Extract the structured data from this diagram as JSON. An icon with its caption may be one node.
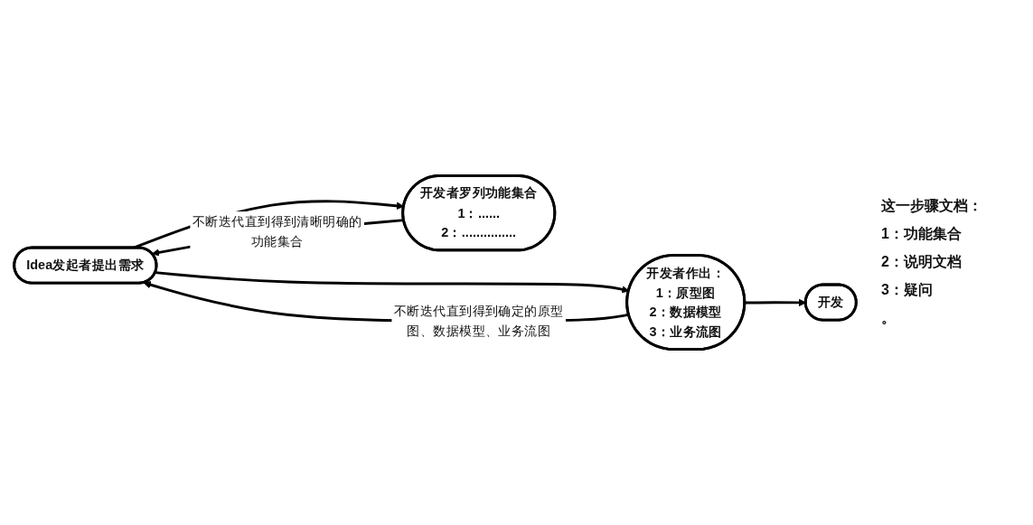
{
  "diagram": {
    "nodes": [
      {
        "text": [
          "Idea发起者提出需求"
        ]
      },
      {
        "text": [
          "开发者罗列功能集合",
          "1：......",
          "2：..............."
        ]
      },
      {
        "text": [
          "开发者作出：",
          "1：原型图",
          "2：数据模型",
          "3：业务流图"
        ]
      },
      {
        "text": [
          "开发"
        ]
      }
    ],
    "edges": [
      {
        "from": 0,
        "to": 1,
        "arrow": "to"
      },
      {
        "from": 1,
        "to": 0,
        "arrow": "to",
        "label": "不断迭代直到得到清晰明确的功能集合"
      },
      {
        "from": 0,
        "to": 2,
        "arrow": "to"
      },
      {
        "from": 2,
        "to": 0,
        "arrow": "to",
        "label": "不断迭代直到得到确定的原型图、数据模型、业务流图"
      },
      {
        "from": 2,
        "to": 3,
        "arrow": "to"
      }
    ],
    "labels": [
      "这一步骤文档：",
      "1：功能集合",
      "2：说明文档",
      "3：疑问",
      "。"
    ]
  }
}
